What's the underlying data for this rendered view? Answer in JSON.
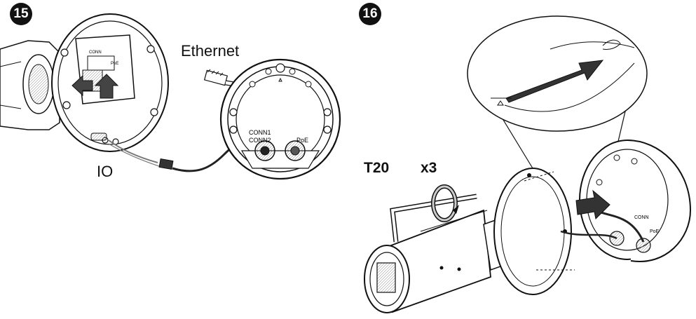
{
  "steps": [
    {
      "number": "15"
    },
    {
      "number": "16"
    }
  ],
  "step15": {
    "ethernet_label": "Ethernet",
    "io_label": "IO",
    "port_labels": [
      "CONN1",
      "CONN2",
      "PoE"
    ],
    "board_labels": [
      "CONN",
      "PoE"
    ]
  },
  "step16": {
    "tool_label": "T20",
    "count_label": "x3",
    "base_labels": [
      "CONN",
      "PoE"
    ]
  },
  "colors": {
    "line": "#111111",
    "arrow": "#222222",
    "arrow_light": "#e6e6e6"
  }
}
